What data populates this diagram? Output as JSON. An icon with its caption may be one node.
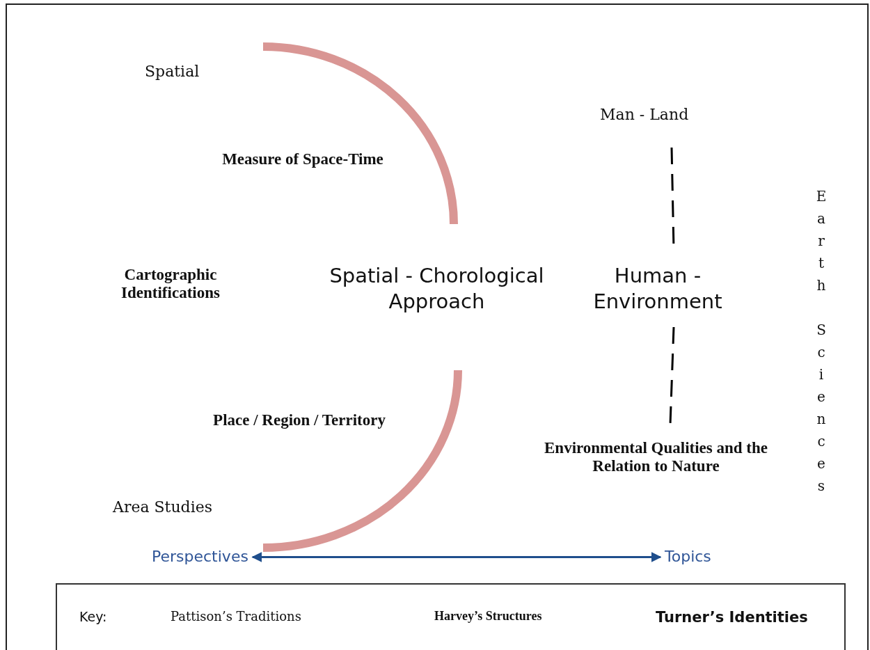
{
  "diagram": {
    "nodes": [
      {
        "text": [
          "Perspectives"
        ]
      },
      {
        "text": [
          "Topics"
        ]
      },
      {
        "text": [
          "Key:",
          "Pattison’s Traditions",
          "Harvey’s Structures",
          "Turner’s Identities"
        ]
      }
    ],
    "edges": [
      {
        "from": 0,
        "to": 1,
        "arrow": "both",
        "color": "#1f4e8c"
      }
    ],
    "labels": [
      "Spatial",
      "Man - Land",
      "Measure of Space-Time",
      "Earth Sciences",
      "Cartographic Identifications",
      "Spatial - Chorological Approach",
      "Human - Environment",
      "Place / Region / Territory",
      "Environmental Qualities and the Relation to Nature",
      "Area Studies"
    ]
  }
}
